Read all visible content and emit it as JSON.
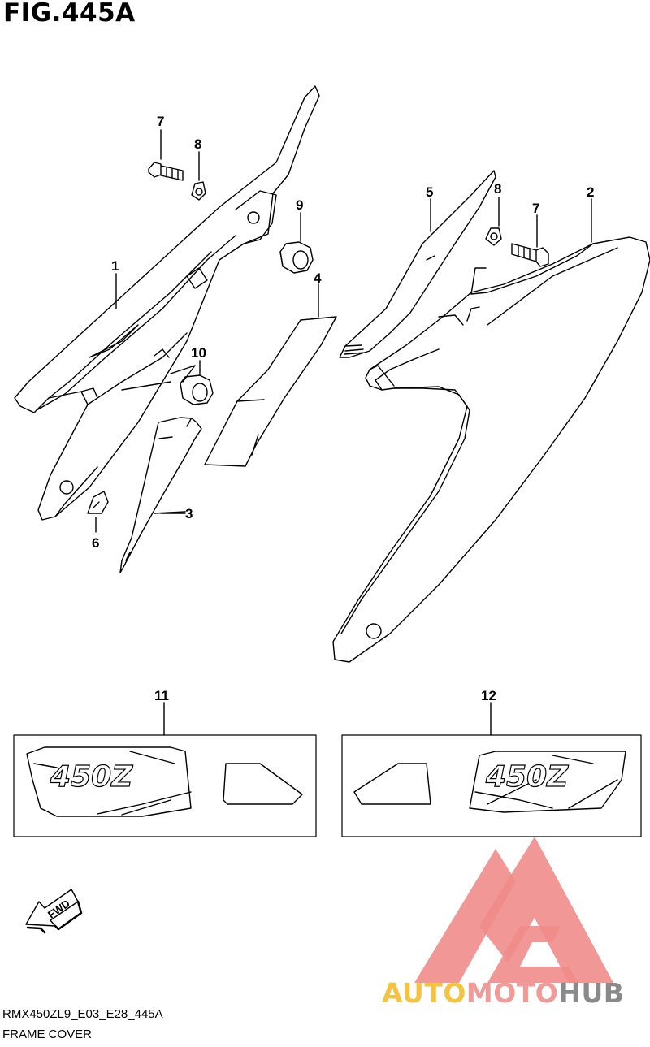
{
  "figure_title": "FIG.445A",
  "callouts": [
    "1",
    "2",
    "3",
    "4",
    "5",
    "6",
    "7",
    "8",
    "9",
    "10",
    "11",
    "12"
  ],
  "decal_text": "450Z",
  "fwd_label": "FWD",
  "footer": {
    "code": "RMX450ZL9_E03_E28_445A",
    "name": "FRAME COVER"
  },
  "watermark": {
    "part1": "AUTO",
    "part2": "MOTO",
    "part3": "HUB",
    "color1": "#f5c342",
    "color2": "#f19b99",
    "color3": "#8a8a8a",
    "logo_color": "#f08c8a"
  }
}
